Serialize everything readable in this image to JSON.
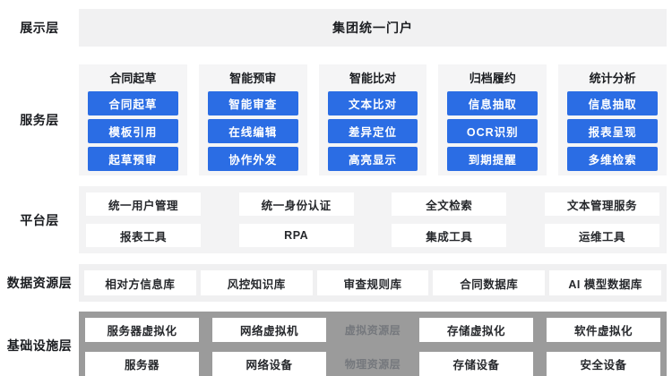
{
  "colors": {
    "accent_blue": "#2b6de4",
    "panel_light_gray": "#f3f3f4",
    "infra_gray": "#9b9b9b",
    "box_text": "#26282c"
  },
  "layers": {
    "display": {
      "label": "展示层",
      "portal": "集团统一门户"
    },
    "service": {
      "label": "服务层",
      "columns": [
        {
          "header": "合同起草",
          "items": [
            "合同起草",
            "模板引用",
            "起草预审"
          ]
        },
        {
          "header": "智能预审",
          "items": [
            "智能审查",
            "在线编辑",
            "协作外发"
          ]
        },
        {
          "header": "智能比对",
          "items": [
            "文本比对",
            "差异定位",
            "高亮显示"
          ]
        },
        {
          "header": "归档履约",
          "items": [
            "信息抽取",
            "OCR识别",
            "到期提醒"
          ]
        },
        {
          "header": "统计分析",
          "items": [
            "信息抽取",
            "报表呈现",
            "多维检索"
          ]
        }
      ]
    },
    "platform": {
      "label": "平台层",
      "boxes": [
        "统一用户管理",
        "统一身份认证",
        "全文检索",
        "文本管理服务",
        "报表工具",
        "RPA",
        "集成工具",
        "运维工具"
      ]
    },
    "data_resource": {
      "label": "数据资源层",
      "boxes": [
        "相对方信息库",
        "风控知识库",
        "审查规则库",
        "合同数据库",
        "AI 模型数据库"
      ]
    },
    "infrastructure": {
      "label": "基础设施层",
      "rows": [
        {
          "tag": "虚拟资源层",
          "boxes": [
            "服务器虚拟化",
            "网络虚拟机",
            "存储虚拟化",
            "软件虚拟化"
          ]
        },
        {
          "tag": "物理资源层",
          "boxes": [
            "服务器",
            "网络设备",
            "存储设备",
            "安全设备"
          ]
        }
      ]
    }
  }
}
